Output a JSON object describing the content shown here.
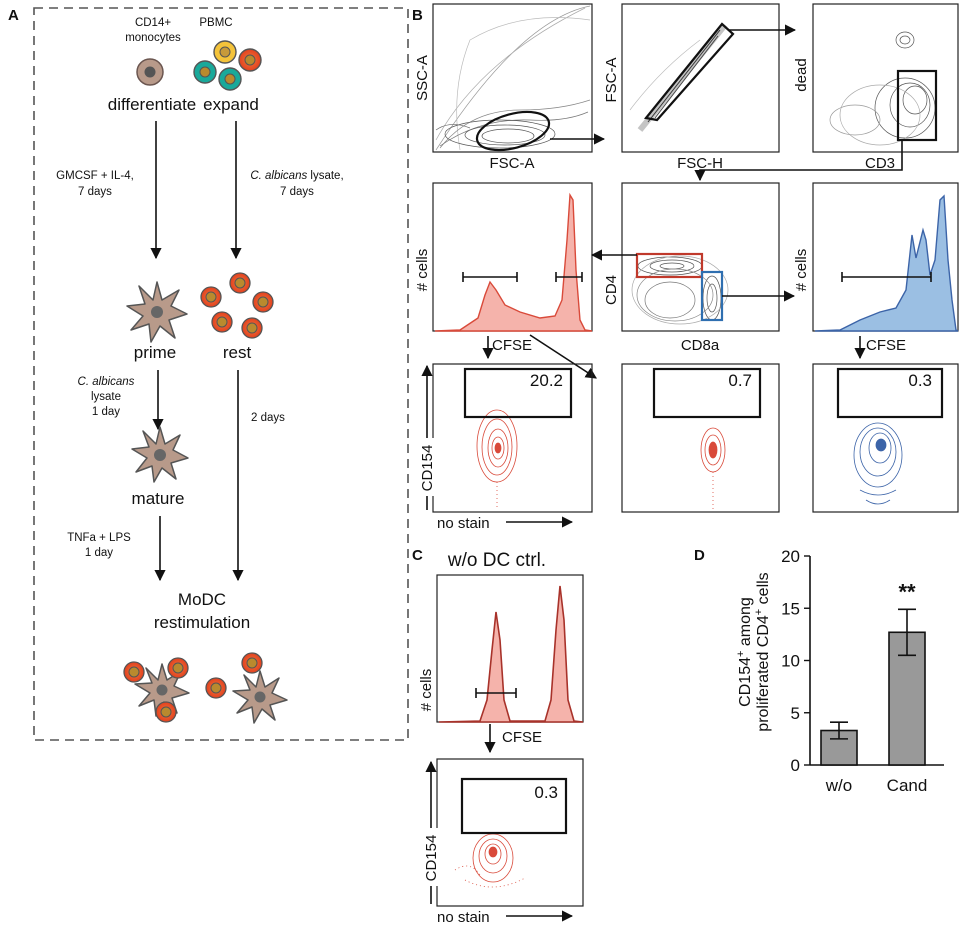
{
  "panels": {
    "a": "A",
    "b": "B",
    "c": "C",
    "d": "D"
  },
  "workflow": {
    "monocytes": "CD14+ monocytes",
    "pbmc": "PBMC",
    "differentiate": "differentiate",
    "expand": "expand",
    "gmcsf_1": "GMCSF + IL-4,",
    "gmcsf_2": "7 days",
    "lysate_a_italic": "C. albicans",
    "lysate_a_rest": " lysate,",
    "lysate_a_2": "7 days",
    "prime": "prime",
    "rest": "rest",
    "lysate_b_italic": "C. albicans",
    "lysate_b_2": "lysate",
    "lysate_b_3": "1 day",
    "two_days": "2 days",
    "mature": "mature",
    "tnf_1": "TNFa + LPS",
    "tnf_2": "1 day",
    "modc_1": "MoDC",
    "modc_2": "restimulation"
  },
  "axes": {
    "ssc_a": "SSC-A",
    "fsc_a": "FSC-A",
    "fsc_a_y": "FSC-A",
    "fsc_h": "FSC-H",
    "dead": "dead",
    "cd3": "CD3",
    "cells_1": "# cells",
    "cfse_1": "CFSE",
    "cd4": "CD4",
    "cd8a": "CD8a",
    "cells_2": "# cells",
    "cfse_2": "CFSE",
    "cd154": "CD154",
    "no_stain": "no stain",
    "c_title": "w/o DC ctrl.",
    "cells_c": "# cells",
    "cfse_c": "CFSE",
    "cd154_c": "CD154",
    "no_stain_c": "no stain"
  },
  "gate_values": {
    "g1": "20.2",
    "g2": "0.7",
    "g3": "0.3",
    "gc": "0.3"
  },
  "colors": {
    "red": "#e8665a",
    "red_fill": "#f5b3ab",
    "blue": "#3c64a8",
    "blue_fill": "#9bbfe3",
    "orange": "#f05a2a",
    "teal": "#19a99a",
    "yellow": "#f4c33a"
  },
  "chart_data": {
    "type": "bar",
    "categories": [
      "w/o",
      "Cand"
    ],
    "values": [
      3.3,
      12.7
    ],
    "errors": [
      0.8,
      2.2
    ],
    "ylabel_1": "CD154",
    "ylabel_sup": "+",
    "ylabel_2": " among",
    "ylabel_3": "proliferated CD4",
    "ylabel_4": " cells",
    "ylim": [
      0,
      20
    ],
    "yticks": [
      "0",
      "5",
      "10",
      "15",
      "20"
    ],
    "significance": "**",
    "bar_color": "#999999"
  }
}
